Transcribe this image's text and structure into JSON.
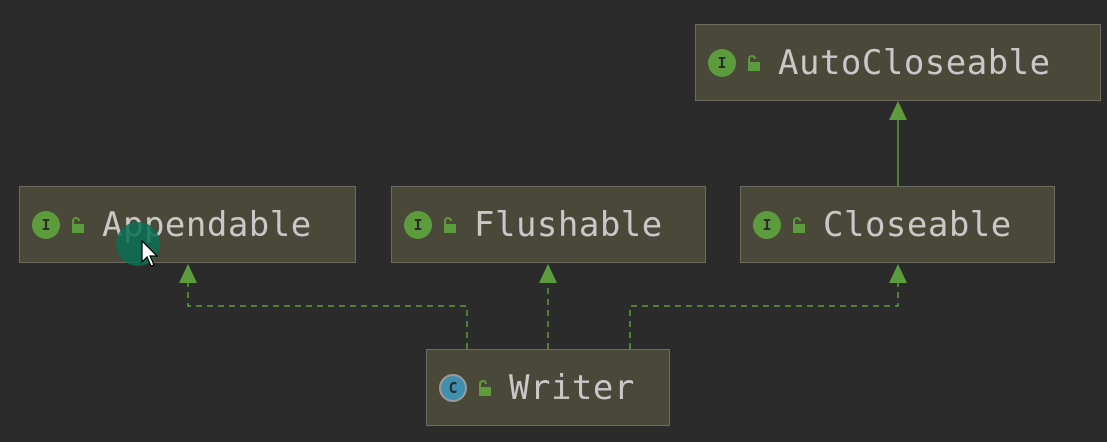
{
  "diagram": {
    "nodes": {
      "autocloseable": {
        "label": "AutoCloseable",
        "kind_badge": "I"
      },
      "appendable": {
        "label": "Appendable",
        "kind_badge": "I"
      },
      "flushable": {
        "label": "Flushable",
        "kind_badge": "I"
      },
      "closeable": {
        "label": "Closeable",
        "kind_badge": "I"
      },
      "writer": {
        "label": "Writer",
        "kind_badge": "C"
      }
    },
    "edges": [
      {
        "from": "closeable",
        "to": "autocloseable",
        "style": "solid"
      },
      {
        "from": "writer",
        "to": "appendable",
        "style": "dashed"
      },
      {
        "from": "writer",
        "to": "flushable",
        "style": "dashed"
      },
      {
        "from": "writer",
        "to": "closeable",
        "style": "dashed"
      }
    ],
    "colors": {
      "background": "#2b2b2b",
      "node_fill": "#4a4838",
      "interface_badge": "#5c9c3c",
      "class_badge": "#3f8fb0",
      "edge": "#5c9c3c",
      "text": "#c8c8c8"
    },
    "icons": {
      "interface": "interface-icon",
      "class": "class-icon",
      "visibility": "unlock-icon"
    }
  }
}
